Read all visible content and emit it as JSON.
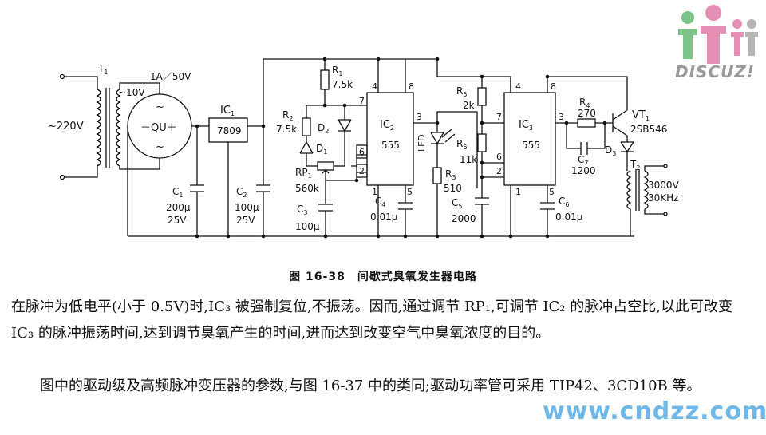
{
  "labels": {
    "t1": "T",
    "t1_sub": "1",
    "ac_in": "~220V",
    "sec_v": "~10V",
    "fuse": "1A／50V",
    "bridge": "－QU＋",
    "ac_sym_top": "~",
    "ac_sym_bot": "~",
    "ic1": "IC",
    "ic1_sub": "1",
    "reg": "7809",
    "c1": "C",
    "c1_sub": "1",
    "c1_val1": "200μ",
    "c1_val2": "25V",
    "c2": "C",
    "c2_sub": "2",
    "c2_val1": "100μ",
    "c2_val2": "25V",
    "r1": "R",
    "r1_sub": "1",
    "r1_val": "7.5k",
    "r2": "R",
    "r2_sub": "2",
    "r2_val": "7.5k",
    "d1": "D",
    "d1_sub": "1",
    "d2": "D",
    "d2_sub": "2",
    "rp1": "RP",
    "rp1_sub": "1",
    "rp1_val": "560k",
    "c3": "C",
    "c3_sub": "3",
    "c3_val": "100μ",
    "ic2": "IC",
    "ic2_sub": "2",
    "ic2_part": "555",
    "ic2_pin4": "4",
    "ic2_pin8": "8",
    "ic2_pin7": "7",
    "ic2_pin6": "6",
    "ic2_pin2": "2",
    "ic2_pin1": "1",
    "ic2_pin5": "5",
    "ic2_pin3": "3",
    "c4": "C",
    "c4_sub": "4",
    "c4_val": "0.01μ",
    "led": "LED",
    "r3": "R",
    "r3_sub": "3",
    "r3_val": "510",
    "r5": "R",
    "r5_sub": "5",
    "r5_val": "2k",
    "r6": "R",
    "r6_sub": "6",
    "r6_val": "11k",
    "c5": "C",
    "c5_sub": "5",
    "c5_val": "2000",
    "ic3": "IC",
    "ic3_sub": "3",
    "ic3_part": "555",
    "ic3_pin4": "4",
    "ic3_pin8": "8",
    "ic3_pin7": "7",
    "ic3_pin6": "6",
    "ic3_pin2": "2",
    "ic3_pin1": "1",
    "ic3_pin5": "5",
    "ic3_pin3": "3",
    "c6": "C",
    "c6_sub": "6",
    "c6_val": "0.01μ",
    "r4": "R",
    "r4_sub": "4",
    "r4_val": "270",
    "c7": "C",
    "c7_sub": "7",
    "c7_val": "1200",
    "vt1": "VT",
    "vt1_sub": "1",
    "vt1_part": "2SB546",
    "d3": "D",
    "d3_sub": "3",
    "t2": "T",
    "t2_sub": "2",
    "out_v": "3000V",
    "out_f": "30KHz"
  },
  "caption": "图 16-38　间歇式臭氧发生器电路",
  "paragraph1": "在脉冲为低电平(小于 0.5V)时,IC₃ 被强制复位,不振荡。因而,通过调节 RP₁,可调节 IC₂ 的脉冲占空比,以此可改变 IC₃ 的脉冲振荡时间,达到调节臭氧产生的时间,进而达到改变空气中臭氧浓度的目的。",
  "paragraph2": "图中的驱动级及高频脉冲变压器的参数,与图 16-37 中的类同;驱动功率管可采用 TIP42、3CD10B 等。",
  "watermark_logo": "DISCUZ!",
  "watermark_site": "www.cndzz.com",
  "colors": {
    "ink": "#111111",
    "watermark_site": "#6fb7e6",
    "logo_green": "#7cc48a",
    "logo_pink": "#e58fb4",
    "logo_gray": "#b5b5b5"
  }
}
